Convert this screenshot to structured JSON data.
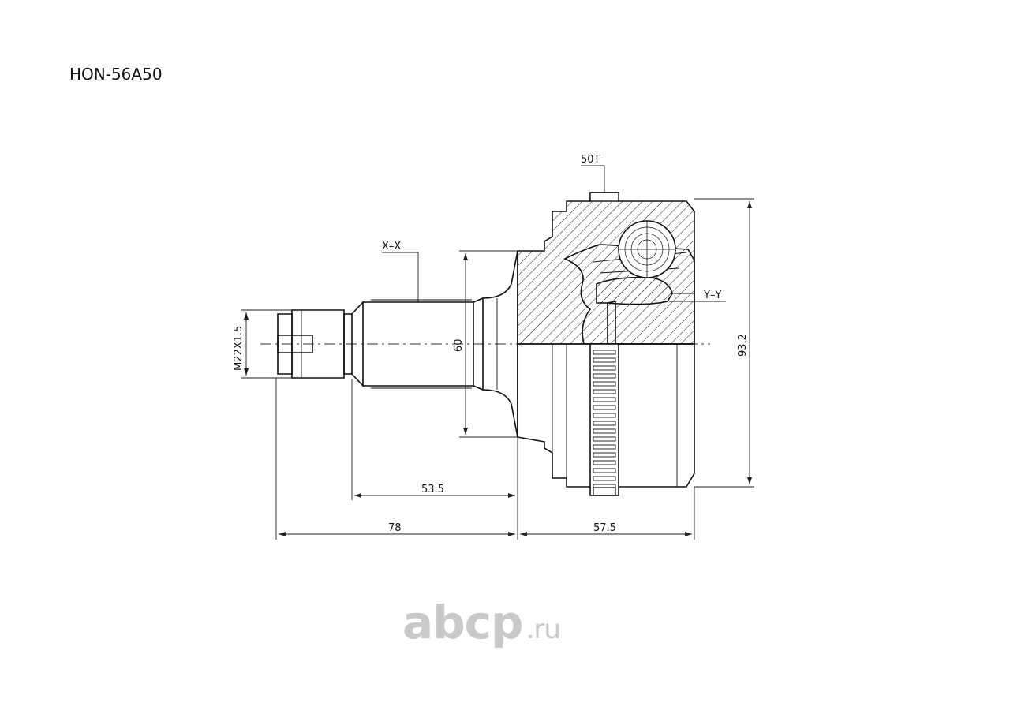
{
  "part_number": "HON-56A50",
  "labels": {
    "teeth_count": "50T",
    "section_x": "X–X",
    "section_y": "Y–Y",
    "thread": "M22X1.5"
  },
  "dimensions": {
    "shaft_diameter": "60",
    "outer_diameter": "93.2",
    "spline_length": "53.5",
    "shaft_total_length": "78",
    "housing_length": "57.5"
  },
  "watermark": {
    "brand": "abcp",
    "domain": ".ru"
  }
}
